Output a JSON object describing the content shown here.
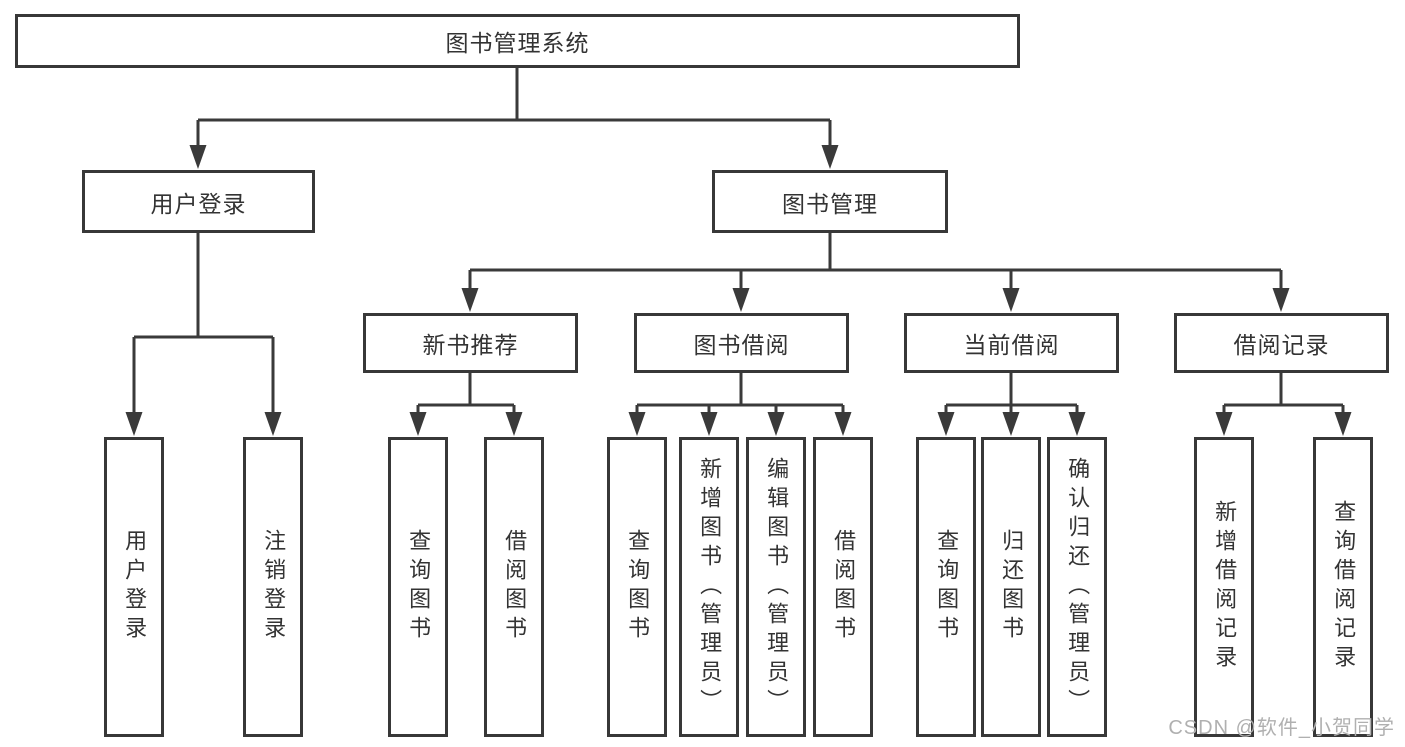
{
  "colors": {
    "line": "#3a3a3a",
    "box_border": "#383838",
    "box_fill": "#ffffff",
    "text": "#333333",
    "watermark_text": "#b0b0b0"
  },
  "watermark": "CSDN @软件_小贺同学",
  "tree": {
    "root": {
      "label": "图书管理系统",
      "children": [
        {
          "label": "用户登录",
          "children": [
            {
              "label": "用户登录"
            },
            {
              "label": "注销登录"
            }
          ]
        },
        {
          "label": "图书管理",
          "children": [
            {
              "label": "新书推荐",
              "children": [
                {
                  "label": "查询图书"
                },
                {
                  "label": "借阅图书"
                }
              ]
            },
            {
              "label": "图书借阅",
              "children": [
                {
                  "label": "查询图书"
                },
                {
                  "label": "新增图书（管理员）"
                },
                {
                  "label": "编辑图书（管理员）"
                },
                {
                  "label": "借阅图书"
                }
              ]
            },
            {
              "label": "当前借阅",
              "children": [
                {
                  "label": "查询图书"
                },
                {
                  "label": "归还图书"
                },
                {
                  "label": "确认归还（管理员）"
                }
              ]
            },
            {
              "label": "借阅记录",
              "children": [
                {
                  "label": "新增借阅记录"
                },
                {
                  "label": "查询借阅记录"
                }
              ]
            }
          ]
        }
      ]
    }
  }
}
